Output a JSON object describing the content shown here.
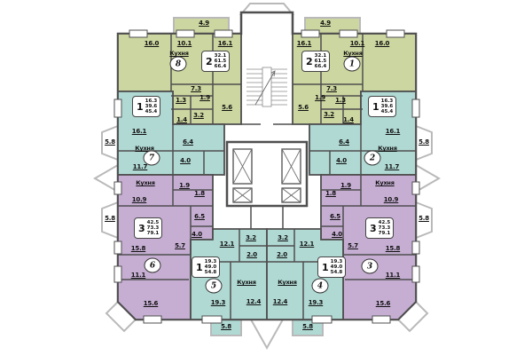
{
  "colors": {
    "wall": "#4f4f4f",
    "green_zone": "#ccd6a0",
    "teal_zone": "#b0d9d4",
    "purple_zone": "#c6aed3",
    "balcony_outline": "#b9b9b9",
    "background": "#ffffff"
  },
  "plan": {
    "kitchen_label": "Кухня",
    "apartments": {
      "apt8": {
        "number": "8",
        "type": "2",
        "areas": {
          "living": "32.1",
          "apartment": "61.5",
          "total": "66.4"
        },
        "rooms": {
          "room1": "16.0",
          "kitchen": "10.1",
          "room2": "16.1",
          "hall": "7.3",
          "storage": "1.3",
          "wc": "1.9",
          "bath": "3.2",
          "storage2": "1.4",
          "entry": "5.6",
          "balcony": "4.9"
        }
      },
      "apt1": {
        "number": "1",
        "type": "2",
        "areas": {
          "living": "32.1",
          "apartment": "61.5",
          "total": "66.4"
        },
        "rooms": {
          "room1": "16.0",
          "kitchen": "10.1",
          "room2": "16.1",
          "hall": "7.3",
          "storage": "1.3",
          "wc": "1.9",
          "bath": "3.2",
          "storage2": "1.4",
          "entry": "5.6",
          "balcony": "4.9"
        }
      },
      "apt7": {
        "number": "7",
        "type": "1",
        "areas": {
          "living": "16.3",
          "apartment": "39.6",
          "total": "45.4"
        },
        "rooms": {
          "room1": "16.1",
          "kitchen": "11.7",
          "hall": "6.4",
          "bath": "4.0",
          "balcony": "5.8"
        }
      },
      "apt2": {
        "number": "2",
        "type": "1",
        "areas": {
          "living": "16.3",
          "apartment": "39.6",
          "total": "45.4"
        },
        "rooms": {
          "room1": "16.1",
          "kitchen": "11.7",
          "hall": "6.4",
          "bath": "4.0",
          "balcony": "5.8"
        }
      },
      "apt6": {
        "number": "6",
        "type": "3",
        "areas": {
          "living": "42.5",
          "apartment": "73.3",
          "total": "79.1"
        },
        "rooms": {
          "kitchen": "10.9",
          "wc": "1.9",
          "bath": "1.8",
          "hall": "6.5",
          "bath2": "4.0",
          "room1": "15.8",
          "hall2": "5.7",
          "room2": "11.1",
          "room3": "15.6",
          "balcony": "5.8"
        }
      },
      "apt3": {
        "number": "3",
        "type": "3",
        "areas": {
          "living": "42.5",
          "apartment": "73.3",
          "total": "79.1"
        },
        "rooms": {
          "kitchen": "10.9",
          "wc": "1.9",
          "bath": "1.8",
          "hall": "6.5",
          "bath2": "4.0",
          "room1": "15.8",
          "hall2": "5.7",
          "room2": "11.1",
          "room3": "15.6",
          "balcony": "5.8"
        }
      },
      "apt5": {
        "number": "5",
        "type": "1",
        "areas": {
          "living": "19.3",
          "apartment": "49.0",
          "total": "54.8"
        },
        "rooms": {
          "hall": "12.1",
          "bath": "3.2",
          "wc": "2.0",
          "room1": "19.3",
          "kitchen": "12.4",
          "balcony": "5.8"
        }
      },
      "apt4": {
        "number": "4",
        "type": "1",
        "areas": {
          "living": "19.3",
          "apartment": "49.0",
          "total": "54.8"
        },
        "rooms": {
          "hall": "12.1",
          "bath": "3.2",
          "wc": "2.0",
          "room1": "19.3",
          "kitchen": "12.4",
          "balcony": "5.8"
        }
      }
    }
  }
}
